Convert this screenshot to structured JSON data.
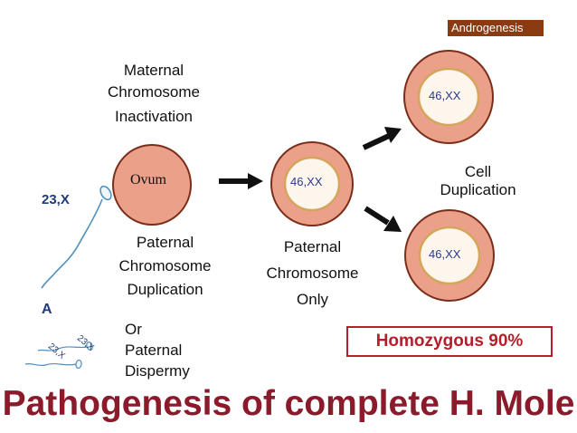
{
  "badge": "Androgenesis",
  "maternal_label": [
    "Maternal",
    "Chromosome",
    "Inactivation"
  ],
  "ovum_label": "Ovum",
  "sperm_label": "23,X",
  "paternal_dup_label": [
    "Paternal",
    "Chromosome",
    "Duplication"
  ],
  "panel_letter": "A",
  "sperm_small_1": "23,X",
  "sperm_small_2": "23,X",
  "dispermy_label": [
    "Or",
    "Paternal",
    "Dispermy"
  ],
  "cell_center_label": "46,XX",
  "paternal_only_label": [
    "Paternal",
    "Chromosome",
    "Only"
  ],
  "cell_top_label": "46,XX",
  "cell_bottom_label": "46,XX",
  "cell_dup_label": [
    "Cell",
    "Duplication"
  ],
  "homozygous": "Homozygous 90%",
  "title": "Pathogenesis of complete H. Mole",
  "colors": {
    "cell_fill": "#eba08a",
    "cell_stroke": "#7a2e1a",
    "nucleus_fill": "#fdf6ec",
    "nucleus_stroke": "#d4a55a",
    "title": "#8b1a2b",
    "homo": "#b3202c",
    "badge": "#8a3b12",
    "sperm": "#4f8fbf"
  }
}
